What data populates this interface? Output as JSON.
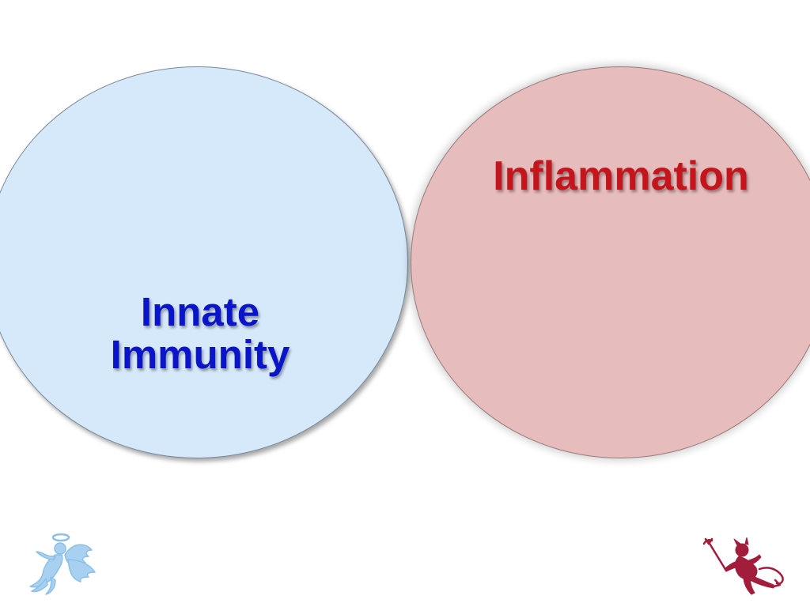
{
  "left_circle": {
    "line1": "Innate",
    "line2": "Immunity",
    "fill_color": "#d6e9fb",
    "text_color": "#0a14c8"
  },
  "right_circle": {
    "title": "Inflammation",
    "fill_color": "#e6bcbd",
    "text_color": "#c4151c"
  },
  "icons": {
    "bottom_left": "angel-icon",
    "bottom_right": "devil-icon",
    "angel_color": "#9cc9ec",
    "devil_color": "#a11d3b"
  }
}
